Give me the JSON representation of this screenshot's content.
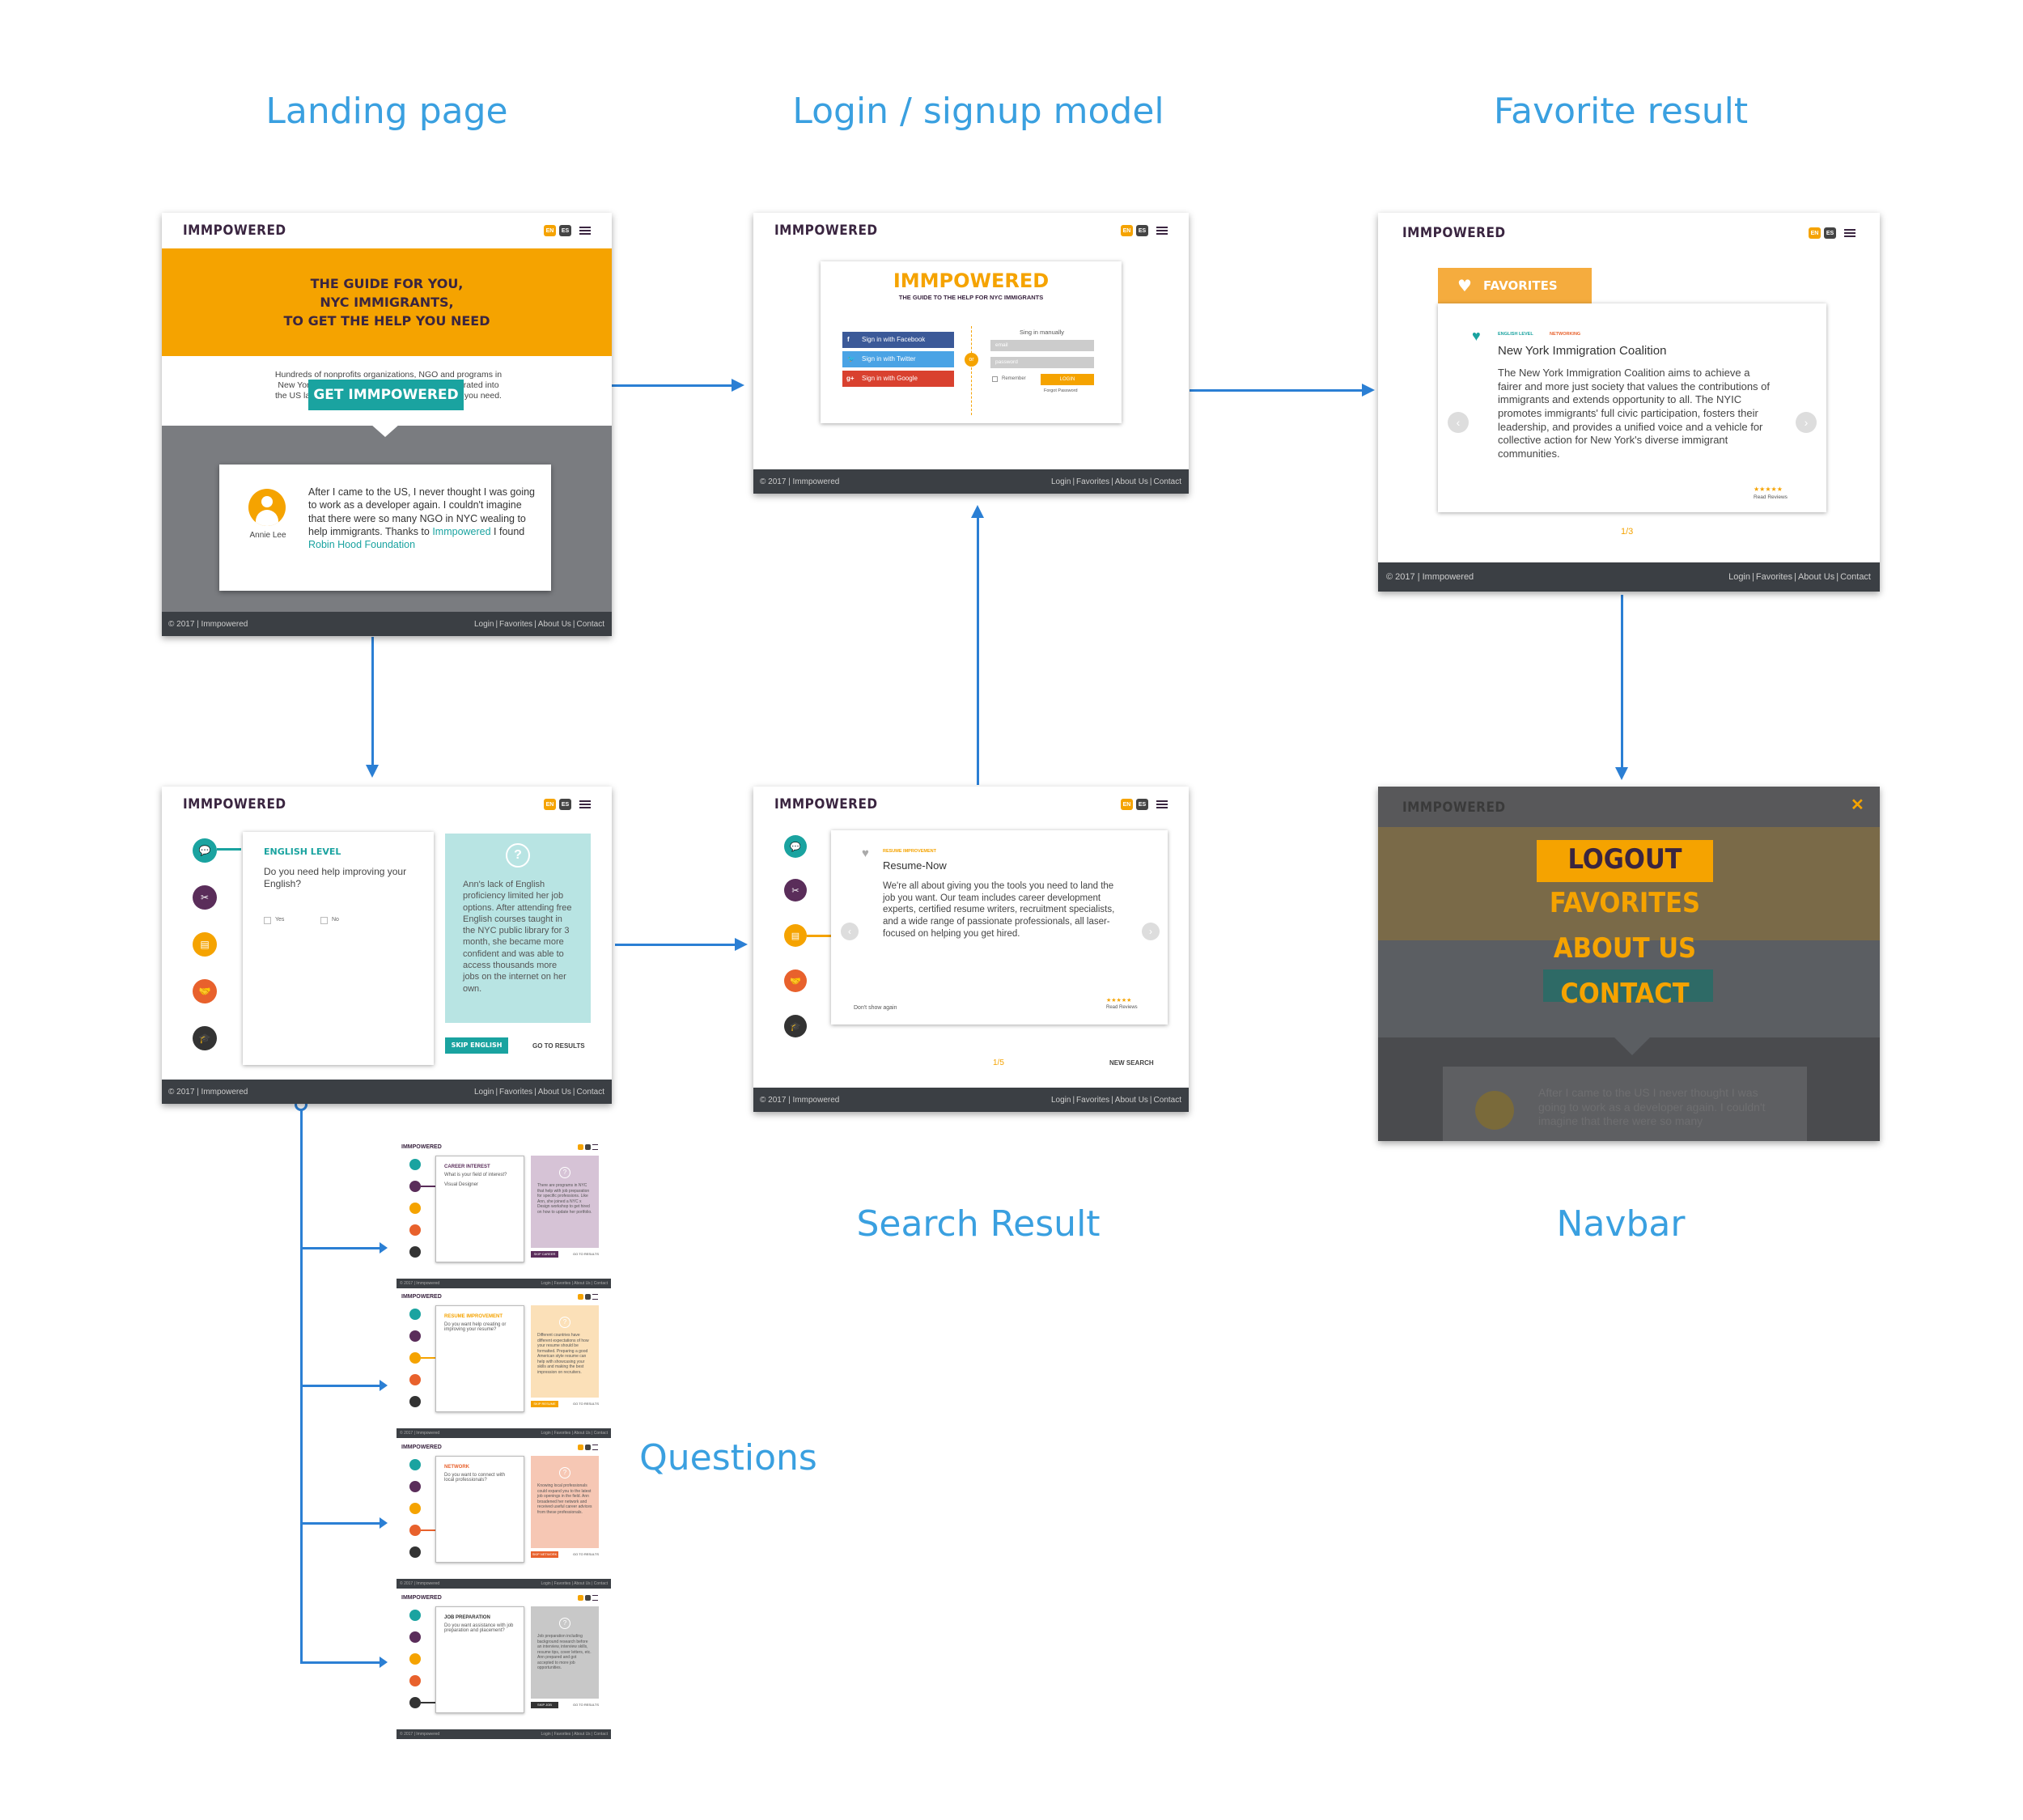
{
  "sections": {
    "landing": "Landing page",
    "login": "Login / signup model",
    "favorite": "Favorite result",
    "search": "Search Result",
    "navbar": "Navbar",
    "questions": "Questions"
  },
  "common": {
    "logo": "IMMPOWERED",
    "lang_en": "EN",
    "lang_es": "ES",
    "copyright": "© 2017 | Immpowered",
    "footer_links": [
      "Login",
      "|",
      "Favorites",
      "|",
      "About Us",
      "|",
      "Contact"
    ]
  },
  "landing": {
    "hero": "THE GUIDE FOR YOU,\nNYC IMMIGRANTS,\nTO GET THE HELP YOU NEED",
    "intro": "Hundreds of nonprofits organizations, NGO and programs in New York City are helping immigrants to get integrated into the US labor market every day. Find the right help you need.",
    "cta": "GET IMMPOWERED",
    "testimonial_name": "Annie Lee",
    "testimonial_a": "After I came to the US, I never thought I was going to work as a developer again. I couldn't imagine that there were so many NGO in NYC wealing to help immigrants. Thanks to ",
    "testimonial_link1": "Immpowered",
    "testimonial_b": " I found ",
    "testimonial_link2": "Robin Hood Foundation"
  },
  "login": {
    "brand": "IMMPOWERED",
    "tagline": "THE GUIDE TO THE HELP FOR NYC IMMIGRANTS",
    "facebook": "Sign in with Facebook",
    "twitter": "Sign in with Twitter",
    "google": "Sign in with Google",
    "or": "or",
    "manual": "Sing in manually",
    "email": "email",
    "password": "password",
    "remember": "Remember",
    "login_btn": "LOGIN",
    "forgot": "Forgot Password"
  },
  "favorite": {
    "tab": "FAVORITES",
    "tag1": "ENGLISH LEVEL",
    "tag2": "NETWORKING",
    "org": "New York Immigration Coalition",
    "desc": "The New York Immigration Coalition aims to achieve a fairer and more just society that values the contributions of immigrants and extends opportunity to all. The NYIC promotes immigrants' full civic participation, fosters their leadership, and provides a unified voice and a vehicle for collective action for New York's diverse immigrant communities.",
    "stars": "★★★★★",
    "reviews": "Read Reviews",
    "pager": "1/3"
  },
  "question": {
    "title": "ENGLISH LEVEL",
    "prompt": "Do you need help improving your English?",
    "yes": "Yes",
    "no": "No",
    "info": "Ann's lack of English proficiency limited her job options. After attending free English courses taught in the NYC public library for 3 month, she became more confident and was able to access thousands more jobs on the internet on her own.",
    "skip": "SKIP ENGLISH",
    "results": "GO TO RESULTS",
    "qmark": "?"
  },
  "search": {
    "tag": "RESUME IMPROVEMENT",
    "org": "Resume-Now",
    "desc": "We're all about giving you the tools you need to land the job you want. Our team includes career development experts, certified resume writers, recruitment specialists, and a wide range of passionate professionals, all laser-focused on helping you get hired.",
    "dont_show": "Don't show again",
    "stars": "★★★★★",
    "reviews": "Read Reviews",
    "pager": "1/5",
    "new_search": "NEW SEARCH"
  },
  "navbar": {
    "items": [
      "LOGOUT",
      "FAVORITES",
      "ABOUT US",
      "CONTACT"
    ],
    "close": "✕",
    "bg_text": "After I came to the US I never thought I was going to work as a developer again. I couldn't imagine that there were so many"
  },
  "thumbs": [
    {
      "title": "CAREER INTEREST",
      "prompt": "What is your field of interest?",
      "value": "Visual Designer",
      "info": "There are programs in NYC that help with job preparation for specific professions. Like Ann, she joined a NYC x Design workshop to get hired on how to update her portfolio.",
      "skip": "SKIP CAREER",
      "results": "GO TO RESULTS",
      "color": "#d6c3d6",
      "btn": "#5a2d5a"
    },
    {
      "title": "RESUME IMPROVEMENT",
      "prompt": "Do you want help creating or improving your resume?",
      "value": "",
      "info": "Different countries have different expectations of how your resume should be formatted. Preparing a good American style resume can help with showcasing your skills and making the best impression on recruiters.",
      "skip": "SKIP RESUME",
      "results": "GO TO RESULTS",
      "color": "#fbe0b8",
      "btn": "#f5a300"
    },
    {
      "title": "NETWORK",
      "prompt": "Do you want to connect with local professionals?",
      "value": "",
      "info": "Knowing local professionals could expand you to the latest job openings in the field. Ann broadened her network and received useful career advices from these professionals.",
      "skip": "SKIP NETWORK",
      "results": "GO TO RESULTS",
      "color": "#f6c7b4",
      "btn": "#e8612c"
    },
    {
      "title": "JOB PREPARATION",
      "prompt": "Do you want assistance with job preparation and placement?",
      "value": "",
      "info": "Job preparation including background research before an interview, interview skills, resume tips, cover letters, etc. Ann prepared and got accepted to more job opportunities.",
      "skip": "SKIP JOB",
      "results": "GO TO RESULTS",
      "color": "#c8c8c8",
      "btn": "#333"
    }
  ],
  "colors": {
    "teal": "#1aa3a0",
    "orange": "#f5a300",
    "purple": "#5a2d5a",
    "red": "#e8612c",
    "dark": "#333",
    "arrow": "#2b7fd4"
  }
}
